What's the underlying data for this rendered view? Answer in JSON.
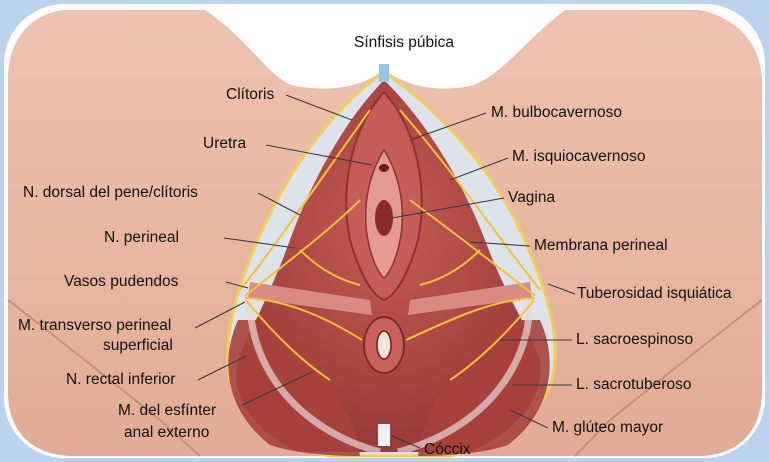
{
  "diagram": {
    "labels": {
      "sinfisis": "Sínfisis púbica",
      "clitoris": "Clítoris",
      "uretra": "Uretra",
      "dorsal_1": "N. dorsal del pene/clítoris",
      "perineal": "N. perineal",
      "vasos": "Vasos pudendos",
      "transverso_1": "M. transverso perineal",
      "transverso_2": "superficial",
      "rectal": "N. rectal inferior",
      "esfinter_1": "M. del esfínter",
      "esfinter_2": "anal externo",
      "bulbocavernoso": "M. bulbocavernoso",
      "isquiocavernoso": "M. isquiocavernoso",
      "vagina": "Vagina",
      "membrana": "Membrana perineal",
      "tuberosidad": "Tuberosidad isquiática",
      "sacroespinoso": "L. sacroespinoso",
      "sacrotuberoso": "L. sacrotuberoso",
      "gluteo": "M. glúteo mayor",
      "coccix": "Cóccix"
    },
    "colors": {
      "frame_background": "#bcd3ef",
      "skin": "#eab9a5",
      "fascia": "#dde3ea",
      "outline": "#f0cf57",
      "muscle": "#b34a47",
      "muscle_dark": "#8e3230",
      "nerve": "#f2c431"
    }
  }
}
